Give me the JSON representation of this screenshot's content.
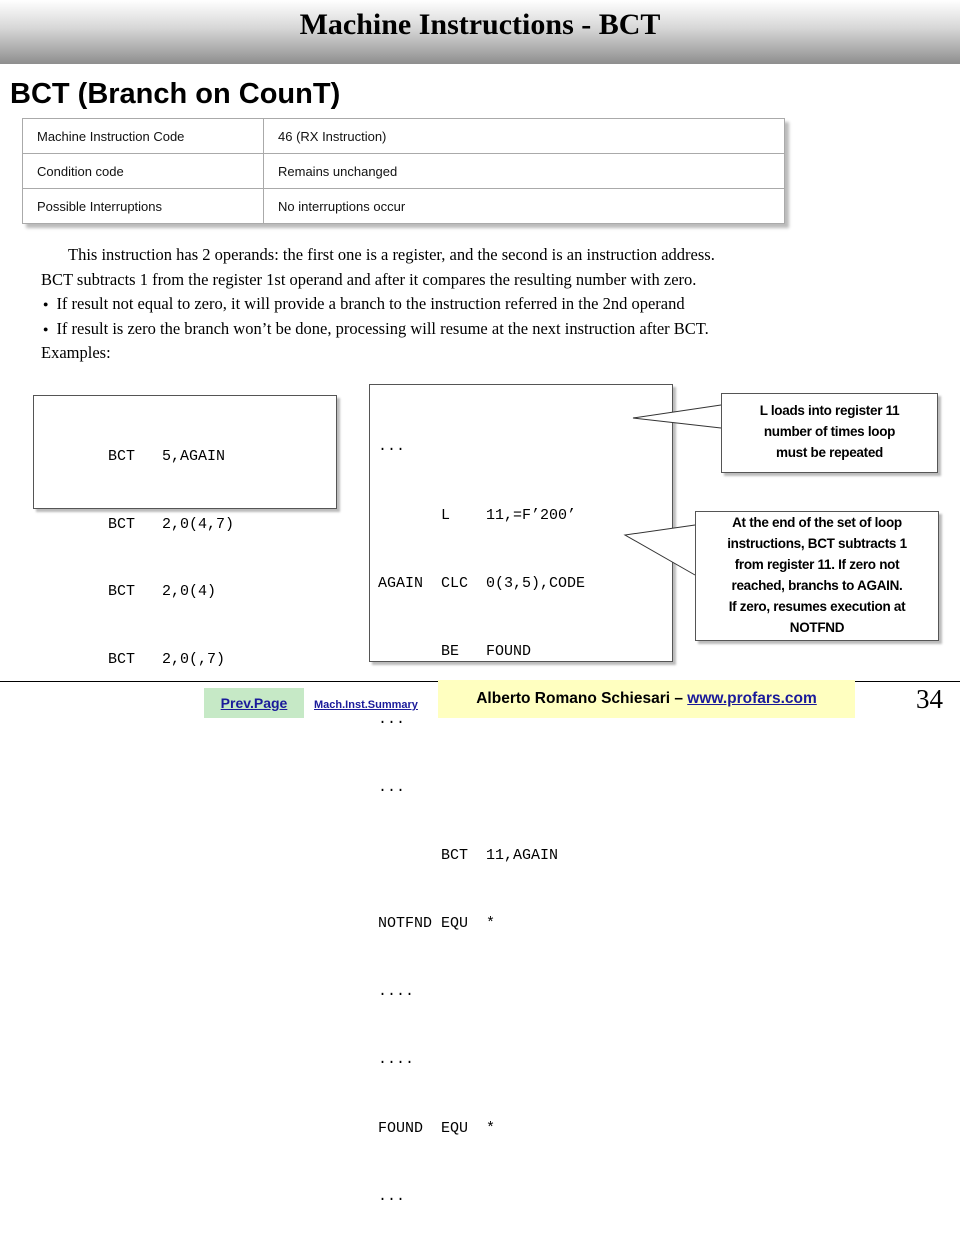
{
  "header": {
    "title": "Machine Instructions - BCT"
  },
  "subtitle": "BCT (Branch on CounT)",
  "info_table": {
    "rows": [
      [
        "Machine Instruction Code",
        "46 (RX Instruction)"
      ],
      [
        "Condition code",
        "Remains unchanged"
      ],
      [
        "Possible Interruptions",
        "No interruptions occur"
      ]
    ]
  },
  "description": {
    "line1": "This instruction has 2 operands: the first one is a register, and the second is an instruction address.",
    "line2": "BCT subtracts 1 from the register 1st operand and after it compares the resulting number with zero.",
    "bullet1": "If result not equal to zero, it will provide a branch to the instruction referred in the 2nd operand",
    "bullet2": "If result is zero the branch won’t be done, processing will  resume at the next instruction after BCT.",
    "examples_label": "Examples:"
  },
  "examples_box": {
    "lines": [
      "BCT   5,AGAIN",
      "BCT   2,0(4,7)",
      "BCT   2,0(4)",
      "BCT   2,0(,7)"
    ]
  },
  "loop_box": {
    "lines": [
      "...",
      "       L    11,=F’200’",
      "AGAIN  CLC  0(3,5),CODE",
      "       BE   FOUND",
      "...",
      "...",
      "       BCT  11,AGAIN",
      "NOTFND EQU  *",
      "....",
      "....",
      "FOUND  EQU  *",
      "..."
    ]
  },
  "callouts": {
    "load": [
      "L loads into register 11",
      "number of times loop",
      "must be repeated"
    ],
    "bct": [
      "At the end of the set of  loop",
      "instructions, BCT subtracts 1",
      "from register 11. If zero not",
      "reached, branchs to AGAIN.",
      "If zero, resumes execution at",
      "NOTFND"
    ]
  },
  "footer": {
    "prev_label": "Prev.Page",
    "summary_label": "Mach.Inst.Summary",
    "author_name": "Alberto Romano Schiesari – ",
    "author_url": "www.profars.com",
    "page_number": "34"
  },
  "colors": {
    "link": "#1a1a9a",
    "prev_bg": "#c6e9c6",
    "author_bg": "#ffffc0"
  }
}
